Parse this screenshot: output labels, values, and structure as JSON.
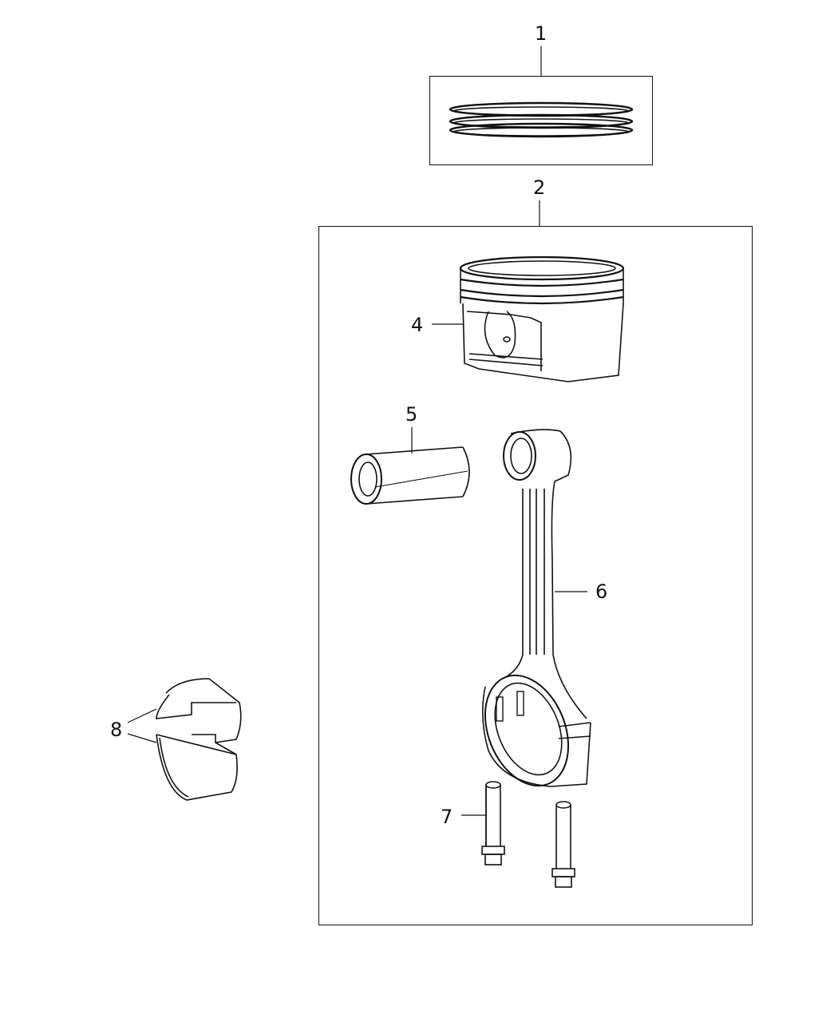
{
  "diagram": {
    "type": "exploded parts diagram",
    "subject": "Piston and connecting rod assembly",
    "colors": {
      "line": "#111111",
      "background": "#ffffff"
    },
    "callouts": [
      {
        "id": "1",
        "label": "1",
        "part": "piston-rings"
      },
      {
        "id": "2",
        "label": "2",
        "part": "piston-and-rod-assembly"
      },
      {
        "id": "4",
        "label": "4",
        "part": "piston"
      },
      {
        "id": "5",
        "label": "5",
        "part": "piston-pin"
      },
      {
        "id": "6",
        "label": "6",
        "part": "connecting-rod"
      },
      {
        "id": "7",
        "label": "7",
        "part": "connecting-rod-bolts"
      },
      {
        "id": "8",
        "label": "8",
        "part": "connecting-rod-bearings"
      }
    ]
  }
}
